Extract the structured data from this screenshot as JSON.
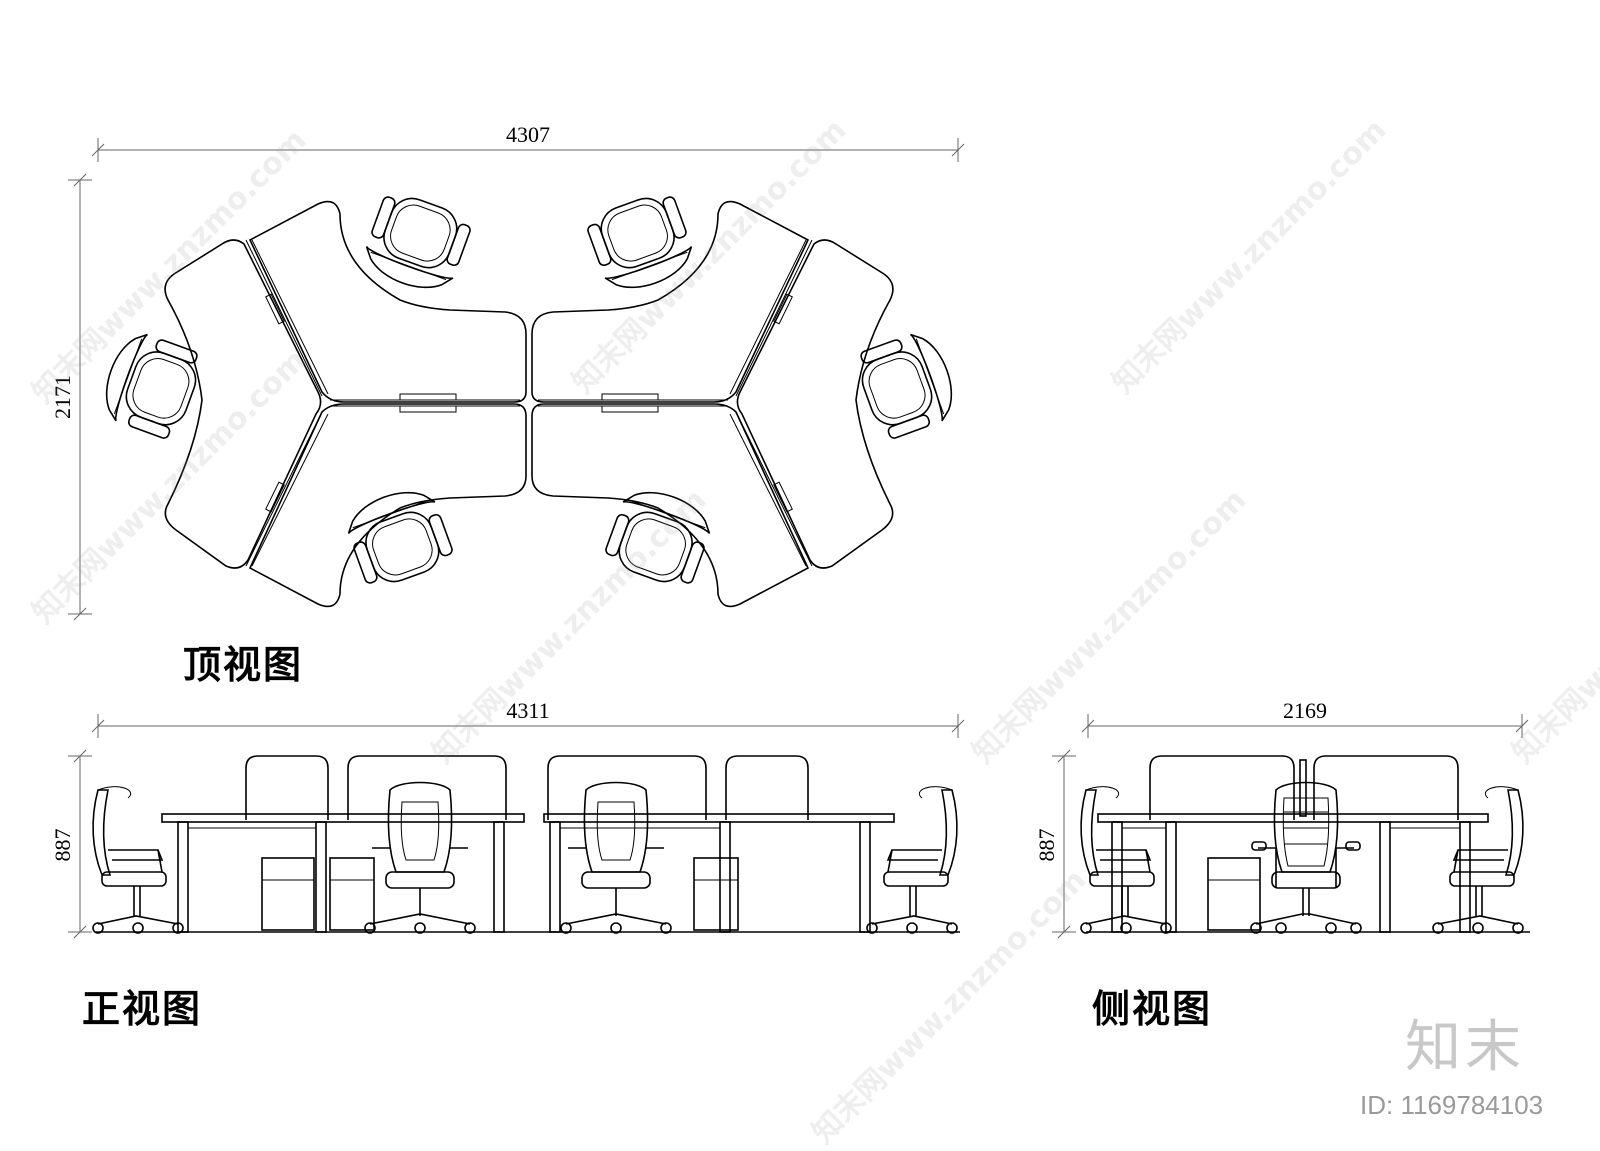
{
  "views": {
    "top": {
      "label": "顶视图",
      "width": "4307",
      "depth": "2171"
    },
    "front": {
      "label": "正视图",
      "width": "4311",
      "height": "887"
    },
    "side": {
      "label": "侧视图",
      "width": "2169",
      "height": "887"
    }
  },
  "watermark": {
    "text": "知末网www.znzmo.com",
    "color": "#969696"
  },
  "brand": {
    "logo": "知末",
    "id_label": "ID: 1169784103"
  },
  "colors": {
    "line": "#000000",
    "dimension": "#666666",
    "background": "#ffffff"
  }
}
